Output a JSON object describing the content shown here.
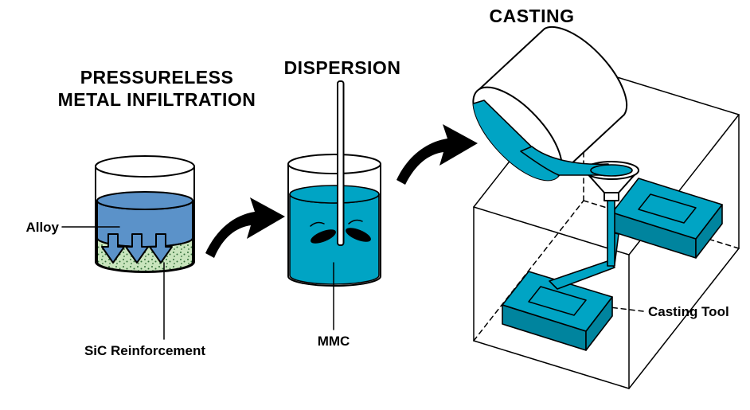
{
  "figure": {
    "infiltration": {
      "title_line1": "PRESSURELESS",
      "title_line2": "METAL INFILTRATION",
      "alloy_label": "Alloy",
      "sic_label": "SiC Reinforcement"
    },
    "dispersion": {
      "title": "DISPERSION",
      "mmc_label": "MMC"
    },
    "casting": {
      "title": "CASTING",
      "tool_label": "Casting Tool"
    },
    "colors": {
      "alloy_blue": "#5b92c9",
      "mmc_teal": "#00a4c4",
      "sic_green": "#c9e5bd",
      "sic_dot": "#35703a",
      "teal_dark": "#00849e",
      "outline": "#000000",
      "background": "#ffffff"
    }
  }
}
